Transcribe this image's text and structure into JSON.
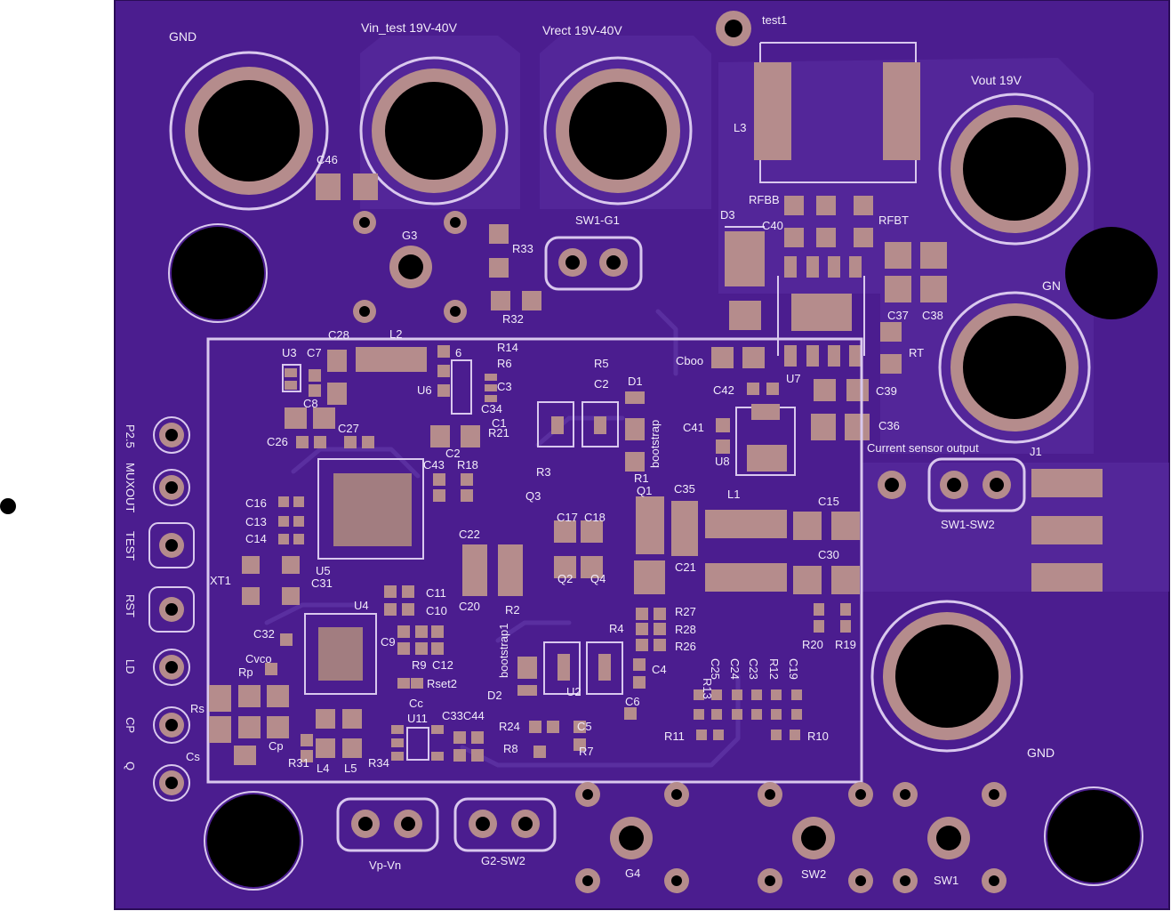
{
  "colors": {
    "board": "#4b1d8f",
    "silkscreen": "#d9c8ee",
    "copper_pad": "#b58c8c",
    "drill_hole": "#000000"
  },
  "labels": {
    "gnd_top": "GND",
    "vin_test": "Vin_test 19V-40V",
    "vrect": "Vrect 19V-40V",
    "test1": "test1",
    "vout": "Vout 19V",
    "gnd_right": "GN",
    "gnd_bottom": "GND",
    "l3": "L3",
    "c46": "C46",
    "g3": "G3",
    "r33": "R33",
    "r32": "R32",
    "sw1_g1": "SW1-G1",
    "d3": "D3",
    "rfbb": "RFBB",
    "c40": "C40",
    "rfbt": "RFBT",
    "c37": "C37",
    "c38": "C38",
    "rt": "RT",
    "cboot": "Cboo",
    "u7": "U7",
    "c42": "C42",
    "c39": "C39",
    "c41": "C41",
    "c36": "C36",
    "u8": "U8",
    "current_sensor": "Current sensor output",
    "j1": "J1",
    "sw1_sw2": "SW1-SW2",
    "l1": "L1",
    "c15": "C15",
    "c30": "C30",
    "c35": "C35",
    "c21": "C21",
    "q1": "Q1",
    "d1": "D1",
    "r1": "R1",
    "bootstrap": "bootstrap",
    "bootstrap1": "bootstrap1",
    "c28": "C28",
    "l2": "L2",
    "u3": "U3",
    "c7": "C7",
    "c6_top": "6",
    "u6": "U6",
    "c34": "C34",
    "c8": "C8",
    "c26": "C26",
    "c27": "C27",
    "c2": "C2",
    "r21": "R21",
    "c1": "C1",
    "c43": "C43",
    "r18": "R18",
    "r14": "R14",
    "r6": "R6",
    "r5": "R5",
    "c3": "C3",
    "c2b": "C2",
    "r3": "R3",
    "q3": "Q3",
    "c17": "C17",
    "c18": "C18",
    "c16": "C16",
    "c13": "C13",
    "c14": "C14",
    "c22": "C22",
    "c20": "C20",
    "u5": "U5",
    "c31": "C31",
    "u4": "U4",
    "c11": "C11",
    "c10": "C10",
    "xt1": "XT1",
    "c32": "C32",
    "cvco": "Cvco",
    "rp": "Rp",
    "c9": "C9",
    "r9": "R9",
    "c12": "C12",
    "rset2": "Rset2",
    "rs": "Rs",
    "cs": "Cs",
    "cp": "Cp",
    "r31": "R31",
    "l4": "L4",
    "l5": "L5",
    "r34": "R34",
    "cc": "Cc",
    "u11": "U11",
    "c33c44": "C33C44",
    "r2": "R2",
    "q2": "Q2",
    "q4": "Q4",
    "r4": "R4",
    "u2": "U2",
    "d2": "D2",
    "r24": "R24",
    "r8": "R8",
    "c5": "C5",
    "r7": "R7",
    "c6": "C6",
    "c4": "C4",
    "r27": "R27",
    "r28": "R28",
    "r26": "R26",
    "r13": "R13",
    "c25": "C25",
    "c24": "C24",
    "c23": "C23",
    "r12": "R12",
    "c19": "C19",
    "r20": "R20",
    "r19": "R19",
    "r11": "R11",
    "r10": "R10",
    "p25": "P2.5",
    "muxout": "MUXOUT",
    "test": "TEST",
    "rst": "RST",
    "ld": "LD",
    "cp_pin": "CP",
    "q_pin": "Q",
    "vp_vn": "Vp-Vn",
    "g2_sw2": "G2-SW2",
    "g4": "G4",
    "sw2": "SW2",
    "sw1": "SW1"
  }
}
